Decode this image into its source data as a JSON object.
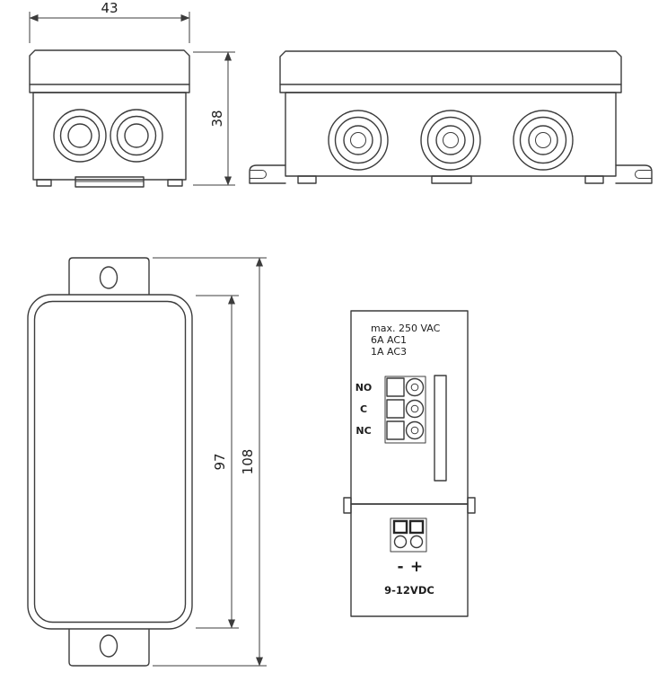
{
  "drawing": {
    "line_color": "#3c3c3c",
    "text_color": "#1d1d1d",
    "background_color": "#ffffff",
    "dim_width": "43",
    "dim_height": "38",
    "dim_body_length": "97",
    "dim_total_length": "108",
    "panel": {
      "rating_line1": "max. 250 VAC",
      "rating_line2": "6A AC1",
      "rating_line3": "1A AC3",
      "terminal_no": "NO",
      "terminal_c": "C",
      "terminal_nc": "NC",
      "polarity_minus": "-",
      "polarity_plus": "+",
      "supply": "9-12VDC"
    }
  }
}
